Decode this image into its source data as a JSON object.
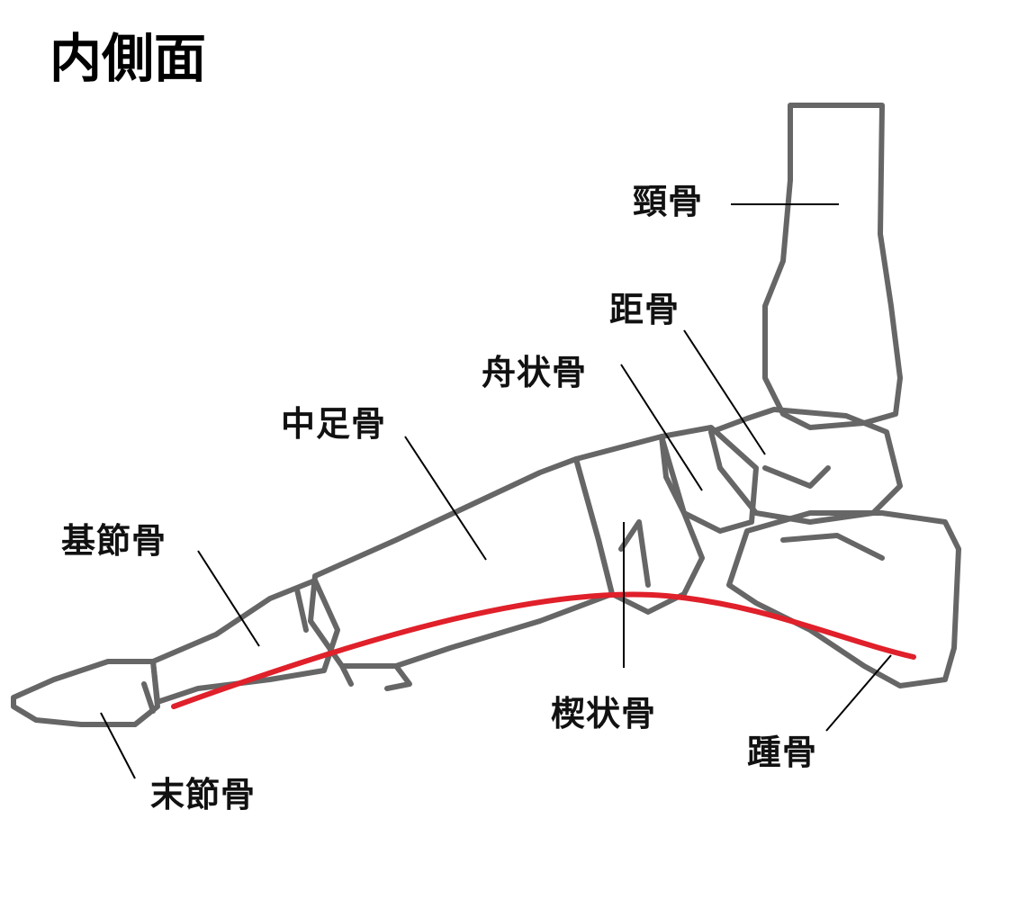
{
  "title": "内側面",
  "labels": {
    "tibia": "頸骨",
    "talus": "距骨",
    "navicular": "舟状骨",
    "metatarsal": "中足骨",
    "proximal_phalanx": "基節骨",
    "cuneiform": "楔状骨",
    "calcaneus": "踵骨",
    "distal_phalanx": "末節骨"
  },
  "colors": {
    "bone": "#666666",
    "arch": "#e0202a",
    "leader": "#000000"
  }
}
